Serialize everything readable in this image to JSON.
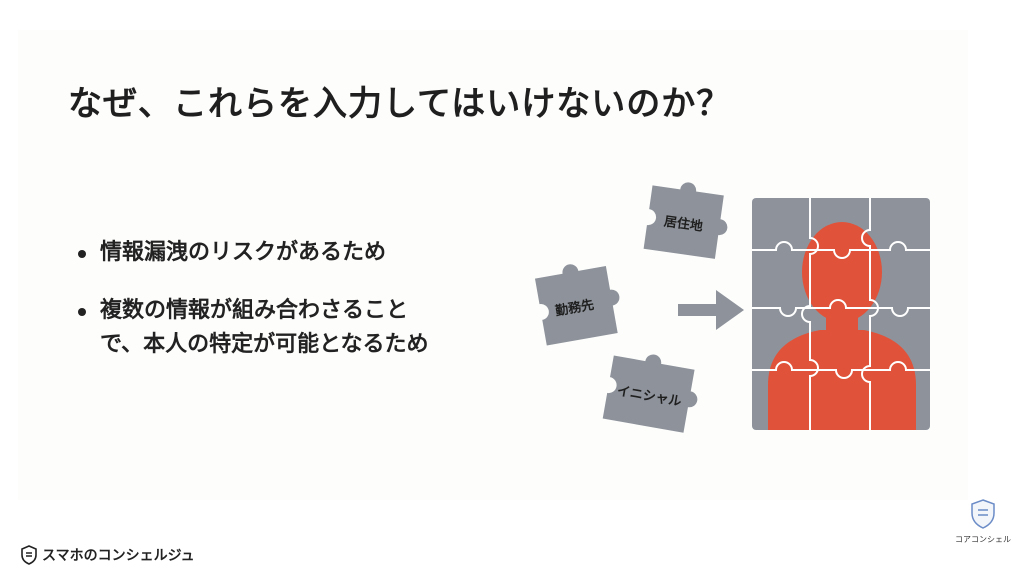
{
  "slide": {
    "title": "なぜ、これらを入力してはいけないのか？",
    "bullets": [
      "情報漏洩のリスクがあるため",
      "複数の情報が組み合わさること\nで、本人の特定が可能となるため"
    ]
  },
  "graphic": {
    "pieces": [
      "居住地",
      "勤務先",
      "イニシャル"
    ],
    "colors": {
      "piece": "#8e939b",
      "person": "#e0533a",
      "grid_line": "#ffffff"
    }
  },
  "footer": {
    "left_brand": "スマホのコンシェルジュ",
    "right_brand": "コアコンシェル"
  }
}
